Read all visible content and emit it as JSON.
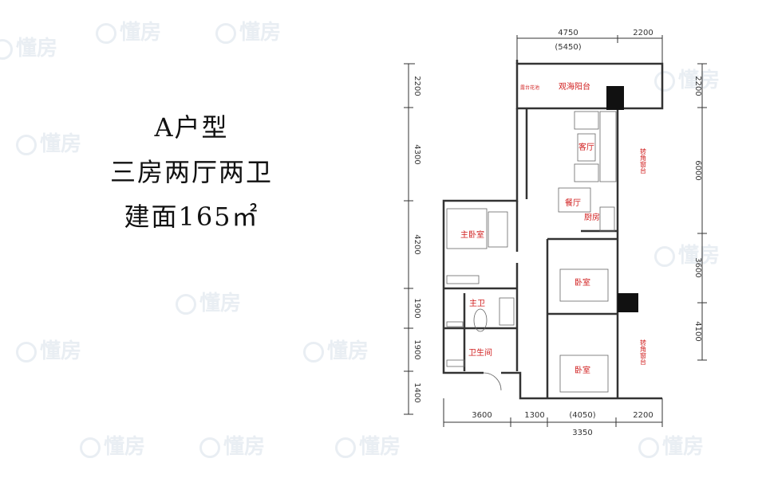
{
  "title": {
    "type": "A户型",
    "layout": "三房两厅两卫",
    "area": "建面165㎡"
  },
  "watermark": "懂房",
  "dimensions": {
    "top": [
      "4750",
      "(5450)",
      "2200"
    ],
    "bottom": [
      "3600",
      "1300",
      "(4050)",
      "2200",
      "3350"
    ],
    "left": [
      "2200",
      "4300",
      "4200",
      "1900",
      "1900",
      "1400"
    ],
    "right": [
      "2200",
      "6000",
      "3600",
      "4100"
    ]
  },
  "rooms": {
    "balcony": "观海阳台",
    "balcony_small": "露台花池",
    "living": "客厅",
    "dining": "餐厅",
    "kitchen": "厨房",
    "master_bedroom": "主卧室",
    "master_bath": "主卫",
    "bathroom": "卫生间",
    "bedroom1": "卧室",
    "bedroom2": "卧室",
    "window1": "转角窗台",
    "window2": "转角窗台"
  },
  "colors": {
    "room_label": "#d12020",
    "wall": "#333333",
    "dimension": "#333333",
    "watermark": "#e9eef3"
  }
}
